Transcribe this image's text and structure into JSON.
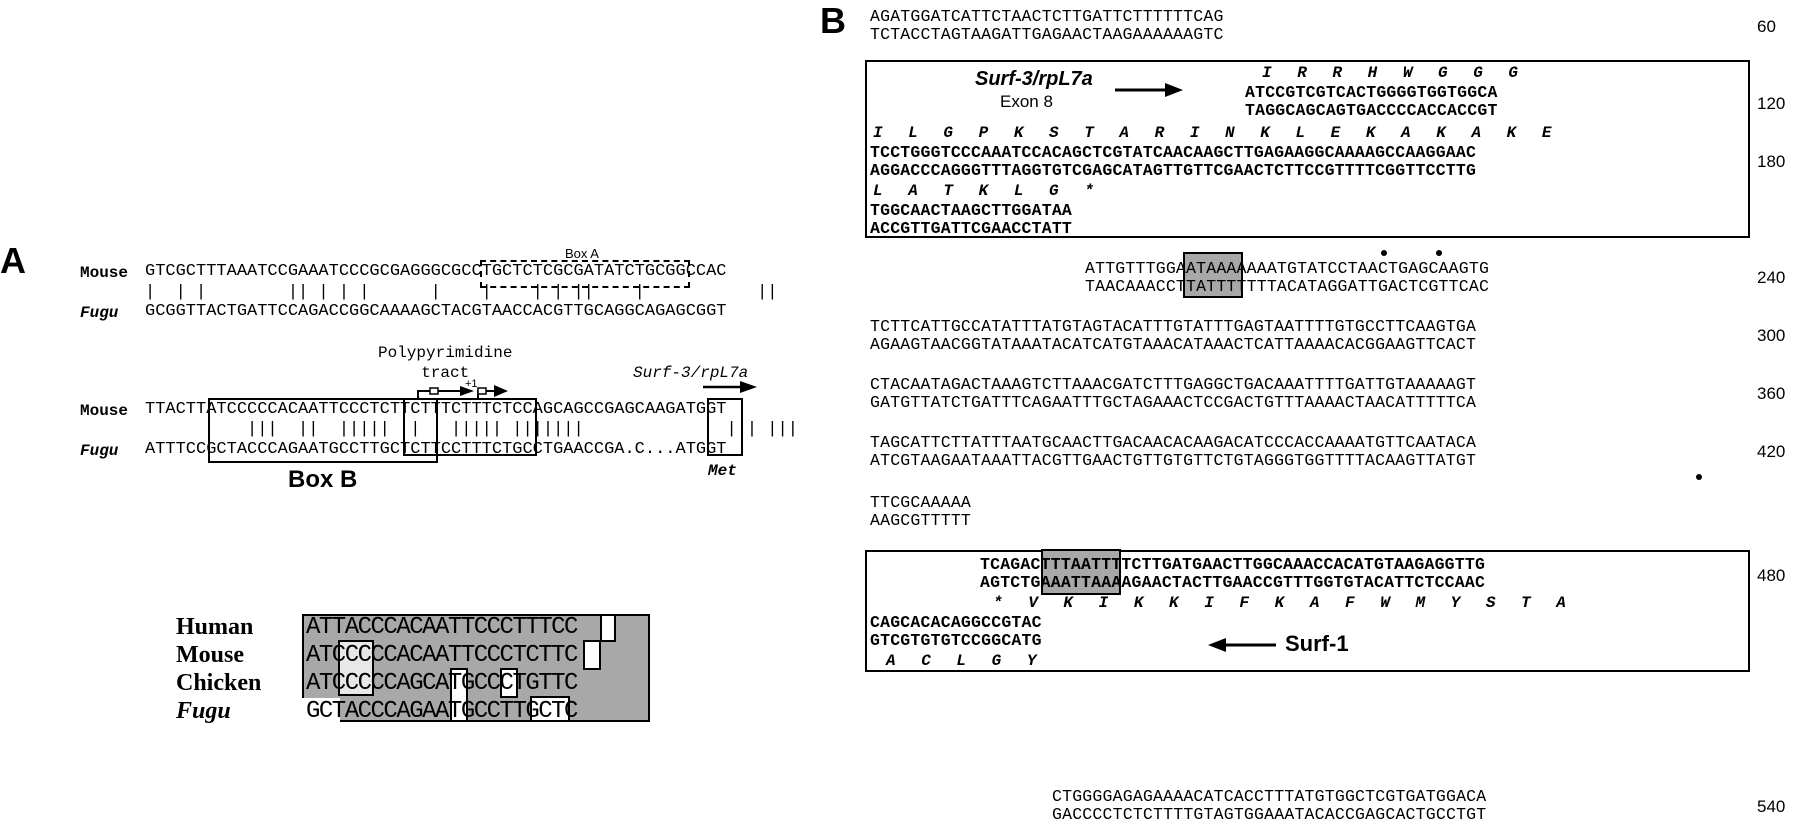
{
  "panel_a": {
    "label": "A",
    "box_a_label": "Box A",
    "row1": {
      "mouse_label": "Mouse",
      "mouse_seq": "GTCGCTTTAAATCCGAAATCCCGCGAGGGCGCCTGCTCTCGCGATATCTGCGGCCAC",
      "match": "|  | |        || | | |      |    |    | | ||    |           ||",
      "fugu_label": "Fugu",
      "fugu_seq": "GCGGTTACTGATTCCAGACCGGCAAAAGCTACGTAACCACGTTGCAGGCAGAGCGGT"
    },
    "polypyrimidine_label": "Polypyrimidine\ntract",
    "plus_one": "+1",
    "surf_label": "Surf-3/rpL7a",
    "row2": {
      "mouse_label": "Mouse",
      "mouse_seq": "TTACTTATCCCCCACAATTCCCTCTTCTTTCTTTCTCCAGCAGCCGAGCAAGATGGT",
      "match": "          |||  ||  |||||  |   ||||| |||||||              ||| |||",
      "fugu_label": "Fugu",
      "fugu_seq": "ATTTCCGCTACCCAGAATGCCTTGCTCTTCCTTTCTGCCTGAACCGA.C...ATGGT",
      "met": "Met"
    },
    "box_b": "Box B",
    "species": [
      "Human",
      "Mouse",
      "Chicken",
      "Fugu"
    ],
    "align": [
      "ATTACCCACAATTCCCTTTCC",
      "ATCCCCCACAATTCCCTCTTC",
      "ATCCCCCAGCATGCCCTGTTC",
      "GCTACCCAGAATGCCTTGCTC"
    ]
  },
  "panel_b": {
    "label": "B",
    "rows": [
      {
        "top": "AGATGGATCATTCTAACTCTTGATTCTTTTTTCAG",
        "bot": "TCTACCTAGTAAGATTGAGAACTAAGAAAAAAGTC",
        "num": "60"
      }
    ],
    "exon_box": {
      "name": "Surf-3/rpL7a",
      "exon": "Exon 8",
      "aa1": "I R R H W G G G",
      "s1a": "ATCCGTCGTCACTGGGGTGGTGGCA",
      "s1b": "TAGGCAGCAGTGACCCCACCACCGT",
      "num1": "120",
      "aa2": "I L G P K S T A R I N K L E K A K A K E",
      "s2a": "TCCTGGGTCCCAAATCCACAGCTCGTATCAACAAGCTTGAGAAGGCAAAAGCCAAGGAAC",
      "s2b": "AGGACCCAGGGTTTAGGTGTCGAGCATAGTTGTTCGAACTCTTCCGTTTTCGGTTCCTTG",
      "num2": "180",
      "aa3": "L A T K L G *",
      "s3a": "TGGCAACTAAGCTTGGATAA",
      "s3b": "ACCGTTGATTCGAACCTATT"
    },
    "mid_rows": [
      {
        "top": "ATTGTTTGGAATAAAAAAATGTATCCTAACTGAGCAAGTG",
        "bot": "TAACAAACCTTATTTTTTTACATAGGATTGACTCGTTCAC",
        "num": "240"
      },
      {
        "top": "TCTTCATTGCCATATTTATGTAGTACATTTGTATTTGAGTAATTTTGTGCCTTCAAGTGA",
        "bot": "AGAAGTAACGGTATAAATACATCATGTAAACATAAACTCATTAAAACACGGAAGTTCACT",
        "num": "300"
      },
      {
        "top": "CTACAATAGACTAAAGTCTTAAACGATCTTTGAGGCTGACAAATTTTGATTGTAAAAAGT",
        "bot": "GATGTTATCTGATTTCAGAATTTGCTAGAAACTCCGACTGTTTAAAACTAACATTTTTCA",
        "num": "360"
      },
      {
        "top": "TAGCATTCTTATTTAATGCAACTTGACAACACAAGACATCCCACCAAAATGTTCAATACA",
        "bot": "ATCGTAAGAATAAATTACGTTGAACTGTTGTGTTCTGTAGGGTGGTTTTACAAGTTATGT",
        "num": "420"
      },
      {
        "top": "TTCGCAAAAA",
        "bot": "AAGCGTTTTT",
        "num": ""
      }
    ],
    "surf1_box": {
      "s1a": "TCAGACTTTAATTTTCTTGATGAACTTGGCAAACCACATGTAAGAGGTTG",
      "s1b": "AGTCTGAAATTAAAAGAACTACTTGAACCGTTTGGTGTACATTCTCCAAC",
      "num1": "480",
      "aa1": "* V K I K K I F K A F W M Y S T A",
      "s2a": "CAGCACACAGGCCGTAC",
      "s2b": "GTCGTGTGTCCGGCATG",
      "aa2": "A C L G Y",
      "name": "Surf-1"
    },
    "last_row": {
      "top": "CTGGGGAGAGAAAACATCACCTTTATGTGGCTCGTGATGGACA",
      "bot": "GACCCCTCTCTTTTGTAGTGGAAATACACCGAGCACTGCCTGT",
      "num": "540"
    }
  }
}
